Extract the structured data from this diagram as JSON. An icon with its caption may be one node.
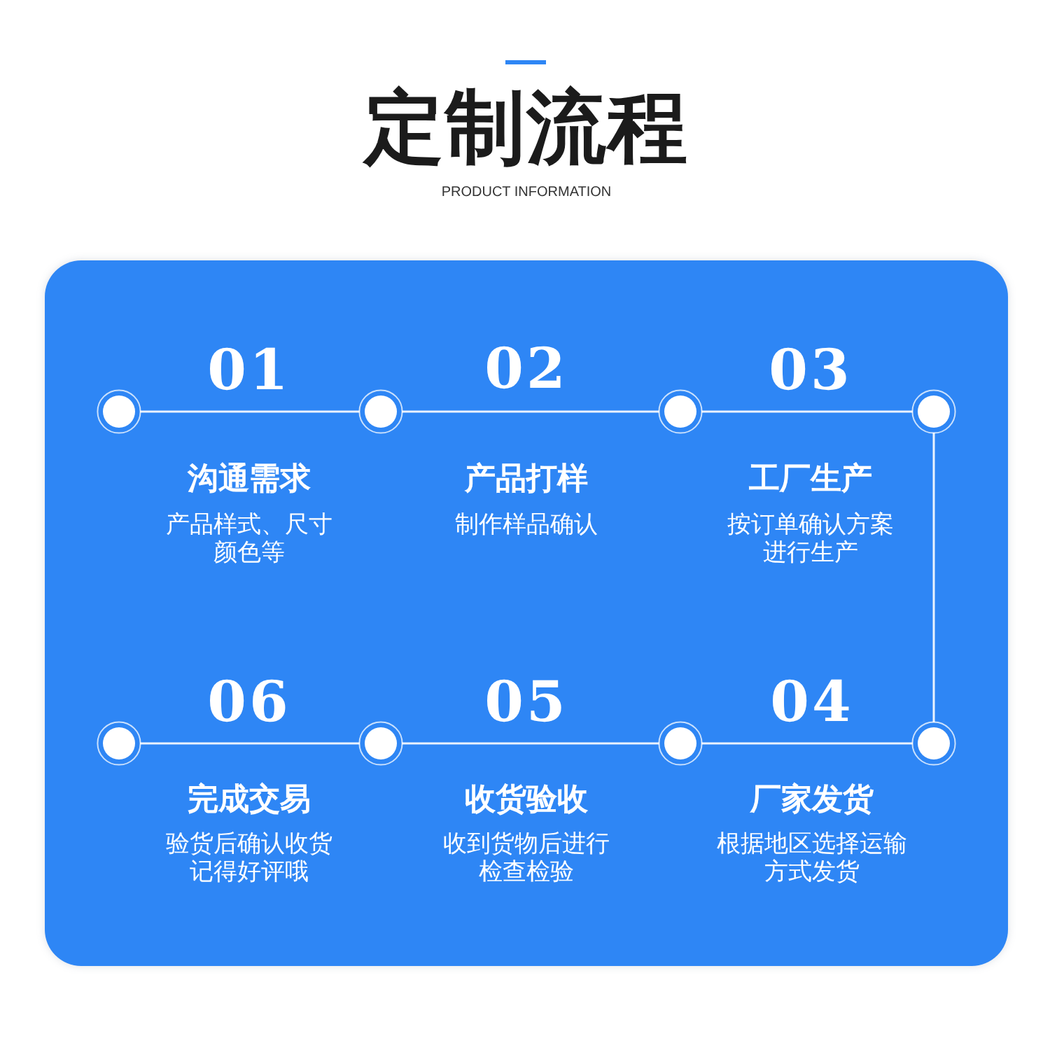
{
  "diagram": {
    "title": "定制流程",
    "nodes": [
      {
        "text": [],
        "shape": "circle"
      },
      {
        "text": [],
        "shape": "circle"
      },
      {
        "text": [],
        "shape": "circle"
      },
      {
        "text": [],
        "shape": "circle"
      },
      {
        "text": [],
        "shape": "circle"
      },
      {
        "text": [],
        "shape": "circle"
      },
      {
        "text": [],
        "shape": "circle"
      },
      {
        "text": [],
        "shape": "circle"
      }
    ],
    "edges": [
      {
        "from": 0,
        "to": 1,
        "arrow": "none"
      },
      {
        "from": 1,
        "to": 2,
        "arrow": "none"
      },
      {
        "from": 2,
        "to": 3,
        "arrow": "none"
      },
      {
        "from": 3,
        "to": 7,
        "arrow": "none"
      },
      {
        "from": 7,
        "to": 6,
        "arrow": "none"
      },
      {
        "from": 6,
        "to": 5,
        "arrow": "none"
      },
      {
        "from": 5,
        "to": 4,
        "arrow": "none"
      }
    ],
    "labels": [
      "PRODUCT INFORMATION",
      "01",
      "沟通需求",
      "产品样式、尺寸颜色等",
      "02",
      "产品打样",
      "制作样品确认",
      "03",
      "工厂生产",
      "按订单确认方案进行生产",
      "06",
      "完成交易",
      "验货后确认收货记得好评哦",
      "05",
      "收货验收",
      "收到货物后进行检查检验",
      "04",
      "厂家发货",
      "根据地区选择运输方式发货"
    ]
  }
}
